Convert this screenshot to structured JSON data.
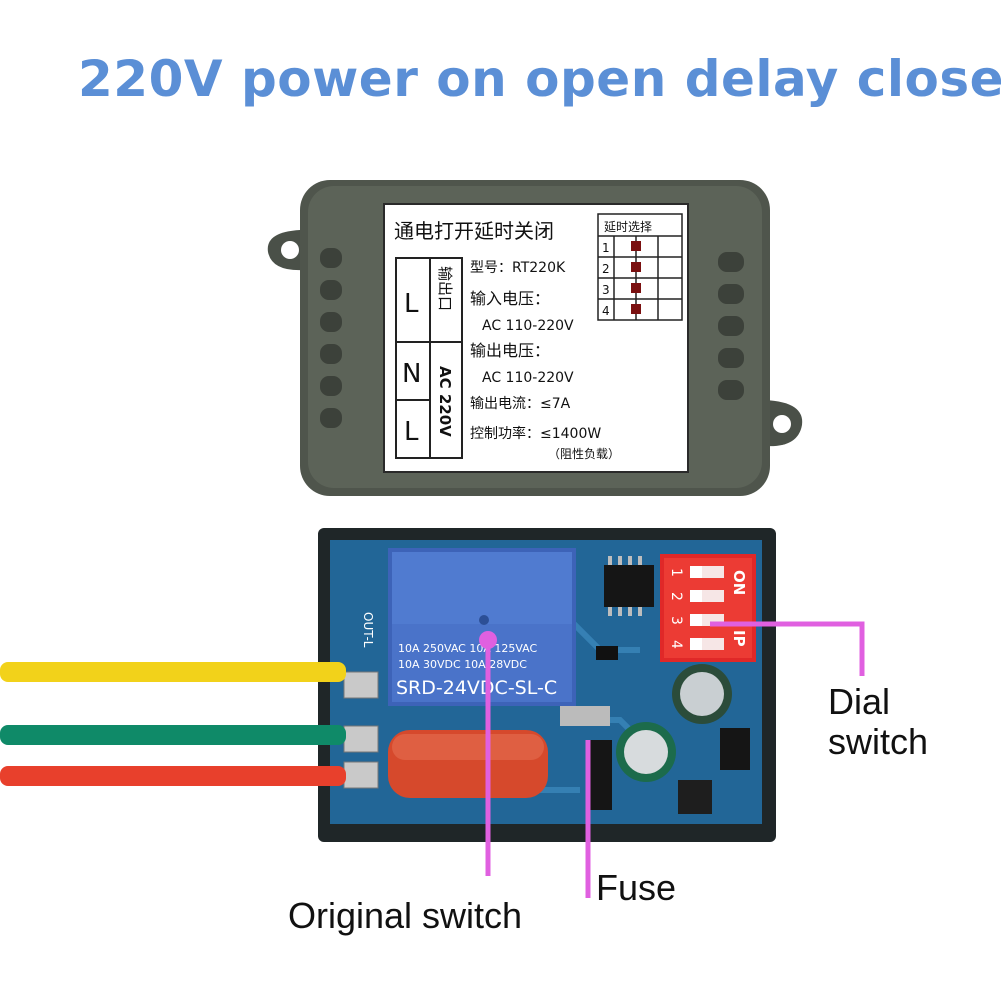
{
  "headline": "220V power on open delay close",
  "label_panel": {
    "title": "通电打开延时关闭",
    "model": "型号：RT220K",
    "input_voltage_label": "输入电压：",
    "input_voltage_value": "AC 110-220V",
    "output_voltage_label": "输出电压：",
    "output_voltage_value": "AC 110-220V",
    "output_current": "输出电流：≤7A",
    "control_power": "控制功率：≤1400W",
    "load_note": "（阻性负载）",
    "terminal_left_top": "L",
    "terminal_left_top_tag": "输出口",
    "terminal_n": "N",
    "terminal_l": "L",
    "terminal_ac_tag": "AC 220V",
    "delay_select_title": "延时选择",
    "delay_rows": [
      "1",
      "2",
      "3",
      "4"
    ]
  },
  "board": {
    "out_label": "OUT-L",
    "relay_line1": "10A 250VAC  10A 125VAC",
    "relay_line2": "10A  30VDC  10A  28VDC",
    "relay_model": "SRD-24VDC-SL-C",
    "dip_on": "ON",
    "dip_ip": "IP",
    "dip_numbers": [
      "1",
      "2",
      "3",
      "4"
    ]
  },
  "callouts": {
    "dial_switch_line1": "Dial",
    "dial_switch_line2": "switch",
    "fuse": "Fuse",
    "original_switch": "Original switch"
  },
  "colors": {
    "headline": "#5b8fd6",
    "callout_line": "#e060e0",
    "wire_yellow": "#f2d21a",
    "wire_green": "#0f8a68",
    "wire_red": "#e8402c"
  }
}
